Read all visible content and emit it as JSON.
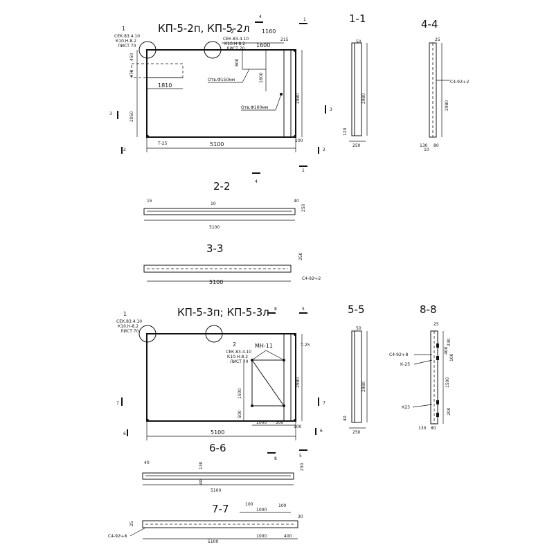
{
  "panel1": {
    "title": "КП-5-2п, КП-5-2л",
    "node1": "1",
    "node1_label1": "СЕК.83.4.10",
    "node1_label2": "К10.Н-8.2",
    "node1_label3": "ЛИСТ 70",
    "node2": "2",
    "node2_label1": "СЕК.83.4.10",
    "node2_label2": "К10.Н-8.2",
    "node2_label3": "ЛИСТ 70",
    "dim_1160": "1160",
    "dim_215": "215",
    "dim_1600h": "1600",
    "dim_800": "800",
    "dim_1600v": "1600",
    "dim_470": "470",
    "dim_450": "450",
    "dim_1810": "1810",
    "dim_2050": "2050",
    "dim_2980": "2980",
    "dim_5100": "5100",
    "dim_100": "100",
    "hole_150": "Отв.Ф150мм",
    "hole_100": "Отв.Ф100мм",
    "t25": "Т-25",
    "cut_1": "1",
    "cut_2": "2",
    "cut_3": "3",
    "cut_4": "4"
  },
  "sec11": {
    "title": "1-1",
    "dim_50": "50",
    "dim_2980": "2980",
    "dim_120": "120",
    "dim_250": "250"
  },
  "sec44": {
    "title": "4-4",
    "dim_25": "25",
    "dim_2980": "2980",
    "label": "С4-92ч-2",
    "dim_130": "130",
    "dim_80": "80",
    "dim_10": "10"
  },
  "sec22": {
    "title": "2-2",
    "dim_15": "15",
    "dim_10": "10",
    "dim_40": "40",
    "dim_250": "250",
    "dim_5100": "5100"
  },
  "sec33": {
    "title": "3-3",
    "dim_250": "250",
    "dim_5100": "5100",
    "label": "С4-92ч-2"
  },
  "panel2": {
    "title": "КП-5-3п; КП-5-3л",
    "node1": "1",
    "node1_label1": "СЕК.83.4.10",
    "node1_label2": "К10.Н-8.2",
    "node1_label3": "ЛИСТ 70",
    "node2": "2",
    "node2_label1": "СЕК.83.4.10",
    "node2_label2": "К10.Н-8.2",
    "node2_label3": "ЛИСТ 70",
    "mn": "МН-11",
    "t25": "Т-25",
    "dim_1500": "1500",
    "dim_500": "500",
    "dim_2980": "2980",
    "dim_1000": "1000",
    "dim_300": "300",
    "dim_100": "100",
    "dim_5100": "5100",
    "cut_5": "5",
    "cut_6": "6",
    "cut_7": "7",
    "cut_8": "8"
  },
  "sec55": {
    "title": "5-5",
    "dim_50": "50",
    "dim_2980": "2980",
    "dim_40": "40",
    "dim_250": "250"
  },
  "sec88": {
    "title": "8-8",
    "dim_25": "25",
    "label_c4": "С4-92ч-8",
    "label_k25": "К-25",
    "label_k23": "К23",
    "dim_230": "230",
    "dim_400": "400",
    "dim_100": "100",
    "dim_1500": "1500",
    "dim_200": "200",
    "dim_130": "130",
    "dim_80": "80"
  },
  "sec66": {
    "title": "6-6",
    "dim_40": "40",
    "dim_130": "130",
    "dim_250": "250",
    "dim_5100": "5100",
    "dim_40b": "40"
  },
  "sec77": {
    "title": "7-7",
    "dim_100": "100",
    "dim_1000": "1000",
    "dim_30": "30",
    "dim_25": "25",
    "dim_5100": "5100",
    "dim_1000b": "1000",
    "dim_400": "400",
    "label": "С4-92ч-8"
  }
}
